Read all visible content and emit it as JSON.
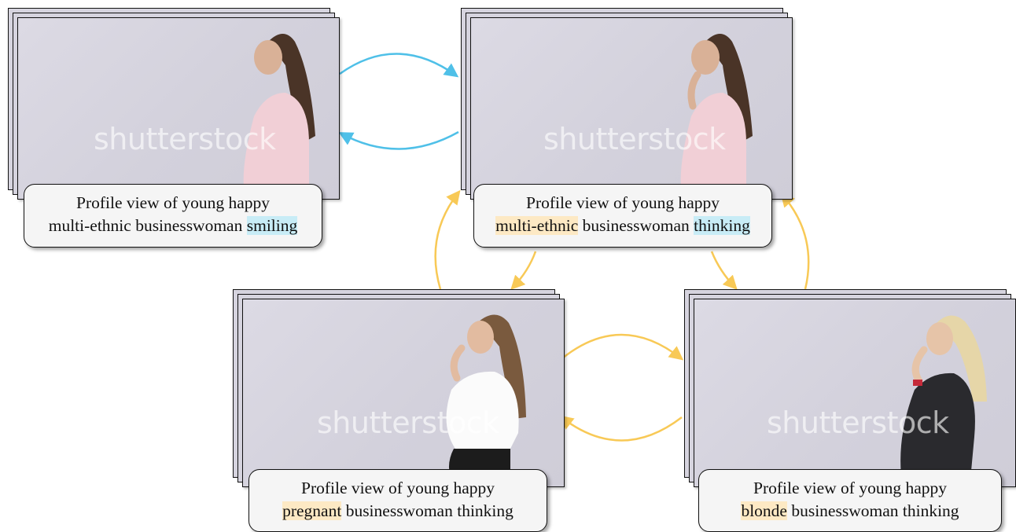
{
  "watermark": "shutterstock",
  "colors": {
    "blue_arrow": "#4fc0e8",
    "orange_arrow": "#f8c956",
    "blue_highlight": "#c8ecf6",
    "orange_highlight": "#fde9c4"
  },
  "cards": {
    "smiling": {
      "line1": "Profile view of young happy",
      "line2_pre": "multi-ethnic businesswoman ",
      "line2_hl": "smiling",
      "line2_post": ""
    },
    "thinking": {
      "line1": "Profile view of young happy",
      "line2_hl1": "multi-ethnic",
      "line2_mid": " businesswoman ",
      "line2_hl2": "thinking"
    },
    "pregnant": {
      "line1": "Profile view of young happy",
      "line2_hl": "pregnant",
      "line2_post": " businesswoman thinking"
    },
    "blonde": {
      "line1": "Profile view of young happy",
      "line2_hl": "blonde",
      "line2_post": " businesswoman thinking"
    }
  }
}
